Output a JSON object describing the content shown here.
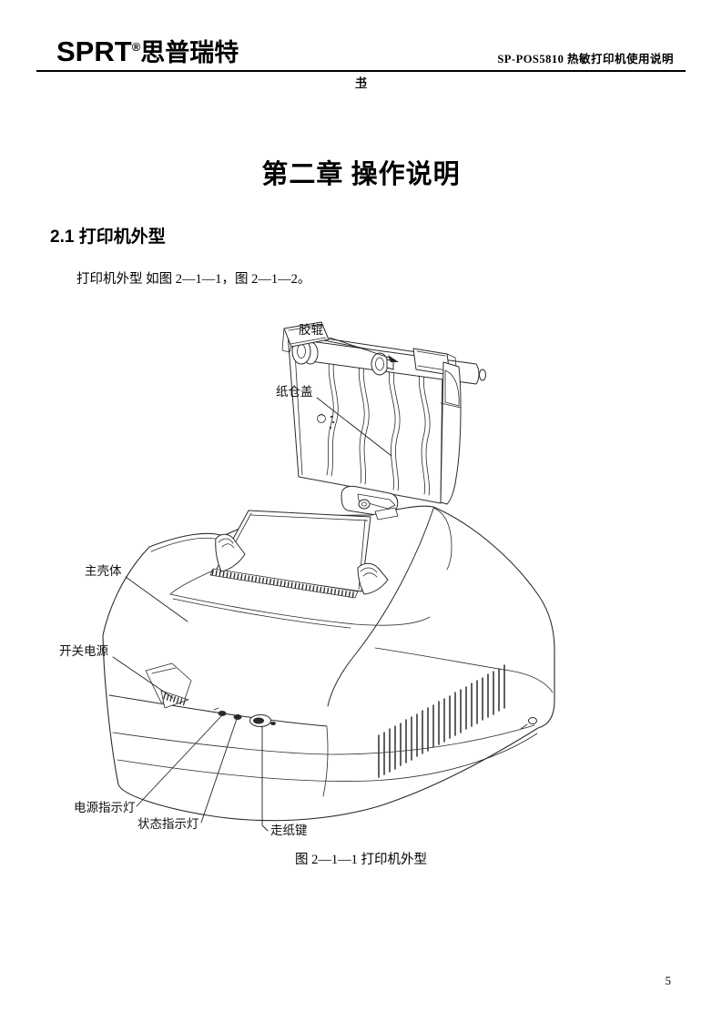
{
  "colors": {
    "ink": "#000000",
    "paper": "#ffffff"
  },
  "header": {
    "logo_latin": "SPRT",
    "logo_reg": "®",
    "logo_cjk": "思普瑞特",
    "doc_title": "SP-POS5810 热敏打印机使用说明",
    "center_char": "书"
  },
  "chapter": {
    "title": "第二章 操作说明"
  },
  "section": {
    "heading": "2.1 打印机外型"
  },
  "paragraph": {
    "text": "打印机外型 如图 2—1—1，图 2—1—2。"
  },
  "figure": {
    "caption": "图 2—1—1  打印机外型",
    "labels": {
      "roller": "胶辊",
      "paper_cover": "纸仓盖",
      "main_housing": "主壳体",
      "power_switch": "开关电源",
      "power_indicator": "电源指示灯",
      "status_indicator": "状态指示灯",
      "feed_key": "走纸键"
    }
  },
  "footer": {
    "page_number": "5"
  }
}
